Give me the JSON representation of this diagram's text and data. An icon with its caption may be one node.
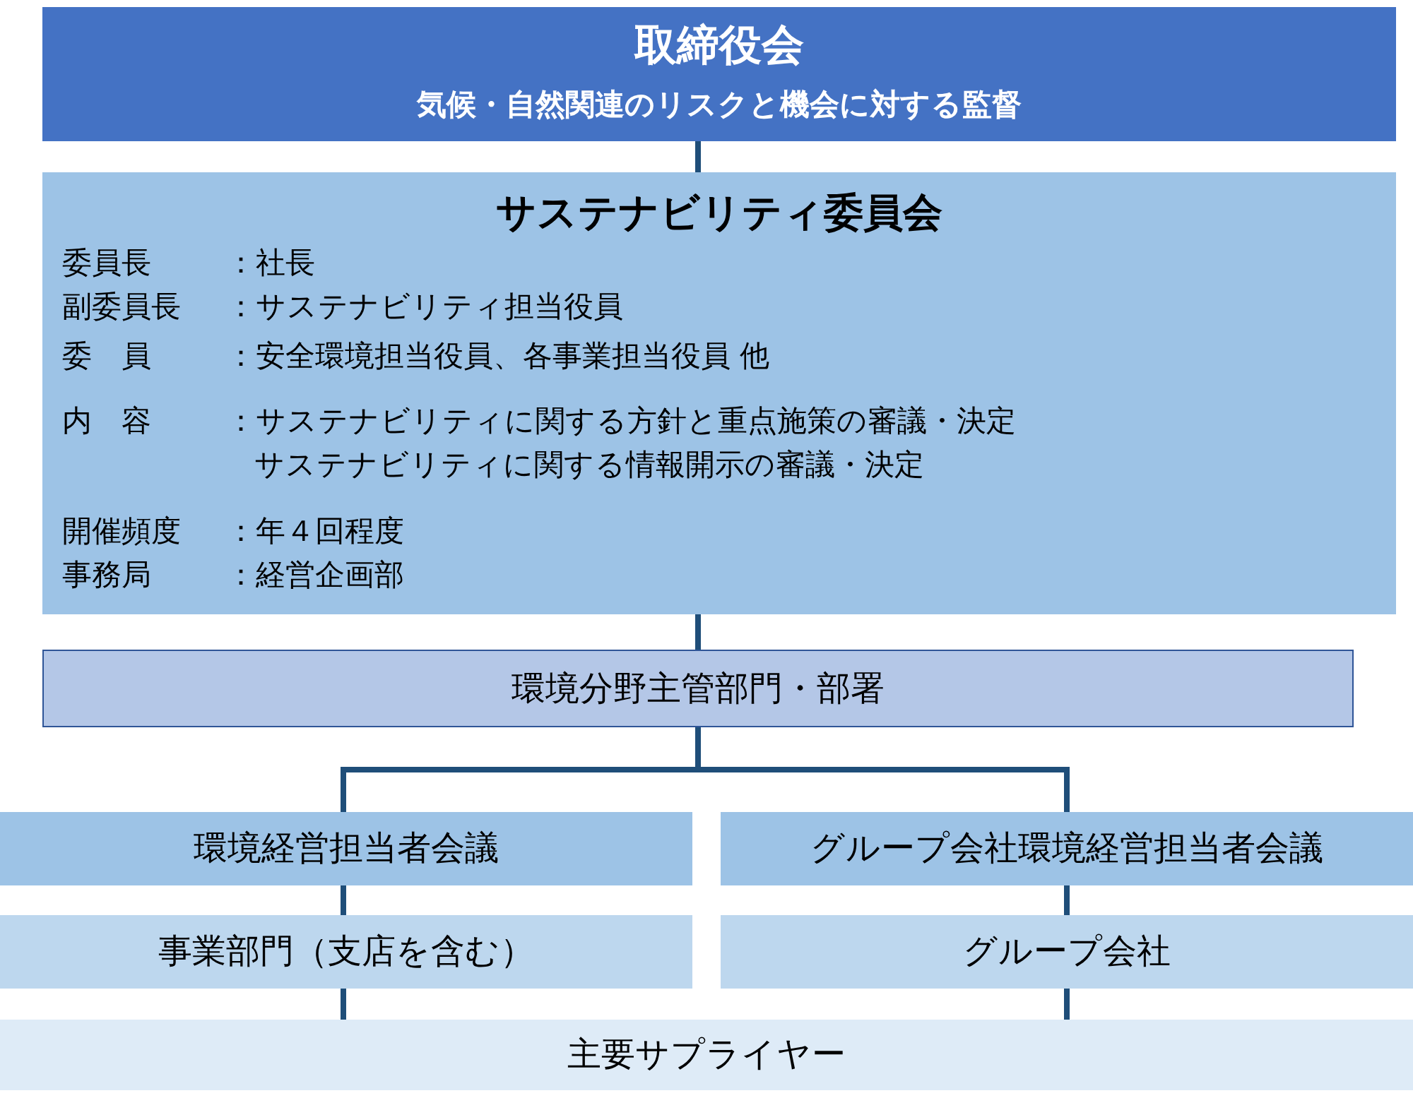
{
  "diagram": {
    "nodes": [
      {
        "text": [
          "取締役会",
          "気候・自然関連のリスクと機会に対する監督"
        ]
      },
      {
        "text": [
          "サステナビリティ委員会",
          "委員長",
          "：社長",
          "副委員長",
          "：サステナビリティ担当役員",
          "委　員",
          "：安全環境担当役員、各事業担当役員 他",
          "内　容",
          "：サステナビリティに関する方針と重点施策の審議・決定",
          "サステナビリティに関する情報開示の審議・決定",
          "開催頻度",
          "：年４回程度",
          "事務局",
          "：経営企画部"
        ]
      },
      {
        "text": [
          "環境分野主管部門・部署"
        ]
      },
      {
        "text": [
          "環境経営担当者会議"
        ]
      },
      {
        "text": [
          "グループ会社環境経営担当者会議"
        ]
      },
      {
        "text": [
          "事業部門（支店を含む）"
        ]
      },
      {
        "text": [
          "グループ会社"
        ]
      },
      {
        "text": [
          "主要サプライヤー"
        ]
      }
    ],
    "edges": [
      {
        "from": 0,
        "to": 1,
        "arrow": "none"
      },
      {
        "from": 1,
        "to": 2,
        "arrow": "none"
      },
      {
        "from": 2,
        "to": 3,
        "arrow": "none"
      },
      {
        "from": 2,
        "to": 4,
        "arrow": "none"
      },
      {
        "from": 3,
        "to": 5,
        "arrow": "none"
      },
      {
        "from": 4,
        "to": 6,
        "arrow": "none"
      },
      {
        "from": 5,
        "to": 7,
        "arrow": "none"
      },
      {
        "from": 6,
        "to": 7,
        "arrow": "none"
      }
    ]
  }
}
